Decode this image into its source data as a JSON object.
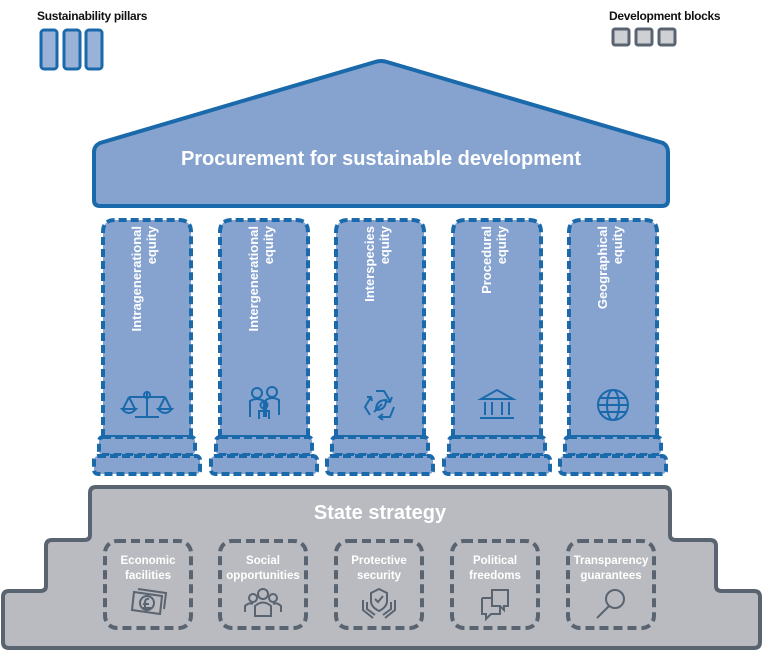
{
  "legend": {
    "pillars_label": "Sustainability pillars",
    "blocks_label": "Development blocks"
  },
  "roof": {
    "title": "Procurement for sustainable development"
  },
  "pillars": [
    {
      "line1": "Intragenerational",
      "line2": "equity",
      "icon": "scales-icon"
    },
    {
      "line1": "Intergenerational",
      "line2": "equity",
      "icon": "family-icon"
    },
    {
      "line1": "Interspecies",
      "line2": "equity",
      "icon": "recycle-leaf-icon"
    },
    {
      "line1": "Procedural",
      "line2": "equity",
      "icon": "institution-icon"
    },
    {
      "line1": "Geographical",
      "line2": "equity",
      "icon": "globe-icon"
    }
  ],
  "base": {
    "title": "State strategy"
  },
  "blocks": [
    {
      "line1": "Economic",
      "line2": "facilities",
      "icon": "banknote-icon"
    },
    {
      "line1": "Social",
      "line2": "opportunities",
      "icon": "people-icon"
    },
    {
      "line1": "Protective",
      "line2": "security",
      "icon": "shield-hands-icon"
    },
    {
      "line1": "Political",
      "line2": "freedoms",
      "icon": "speech-bubbles-icon"
    },
    {
      "line1": "Transparency",
      "line2": "guarantees",
      "icon": "magnifier-icon"
    }
  ],
  "colors": {
    "blue_fill": "#86a3d0",
    "blue_stroke": "#1a6aab",
    "gray_fill": "#b9bbc0",
    "gray_stroke": "#5a6470"
  }
}
